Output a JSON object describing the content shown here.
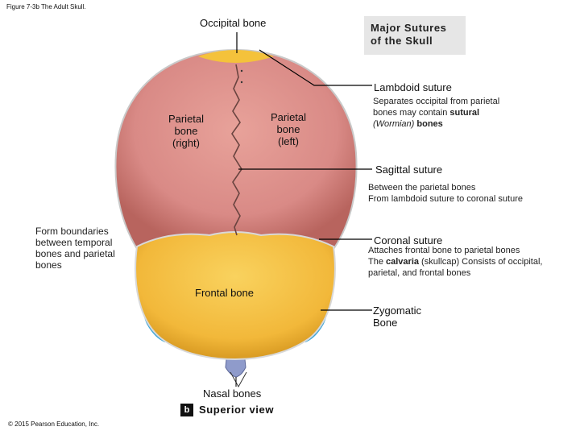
{
  "figure_caption": "Figure 7-3b The Adult Skull.",
  "copyright": "© 2015 Pearson Education, Inc.",
  "title_box": {
    "line1": "Major Sutures",
    "line2": "of the Skull"
  },
  "labels": {
    "occipital_bone": "Occipital bone",
    "parietal_right": [
      "Parietal",
      "bone",
      "(right)"
    ],
    "parietal_left": [
      "Parietal",
      "bone",
      "(left)"
    ],
    "frontal_bone": "Frontal bone",
    "nasal_bones": "Nasal bones",
    "zygomatic": [
      "Zygomatic",
      "Bone"
    ],
    "temporal_note": [
      "Form boundaries",
      "between temporal",
      "bones and parietal",
      "bones"
    ]
  },
  "sutures": {
    "lambdoid": {
      "title": "Lambdoid suture",
      "desc_line1": "Separates occipital from parietal",
      "desc_line2_pre": "bones may contain ",
      "desc_line2_bold": "sutural",
      "desc_line3_italic": "(Wormian)",
      "desc_line3_bold": " bones"
    },
    "sagittal": {
      "title": "Sagittal  suture",
      "desc_line1": "Between the parietal bones",
      "desc_line2": "From lambdoid suture to coronal suture"
    },
    "coronal": {
      "title": "Coronal suture",
      "desc_line1": "Attaches frontal bone to parietal bones",
      "desc_line2_pre": "The ",
      "desc_line2_bold": "calvaria",
      "desc_line2_post": " (skullcap) Consists of occipital,",
      "desc_line3": "parietal, and frontal bones"
    }
  },
  "view": {
    "badge": "b",
    "label": "Superior view"
  },
  "colors": {
    "parietal": "#d98a86",
    "frontal": "#f2b83a",
    "occipital": "#f4c23b",
    "temporal": "#3da6d8",
    "nasal": "#7f8fbf"
  }
}
